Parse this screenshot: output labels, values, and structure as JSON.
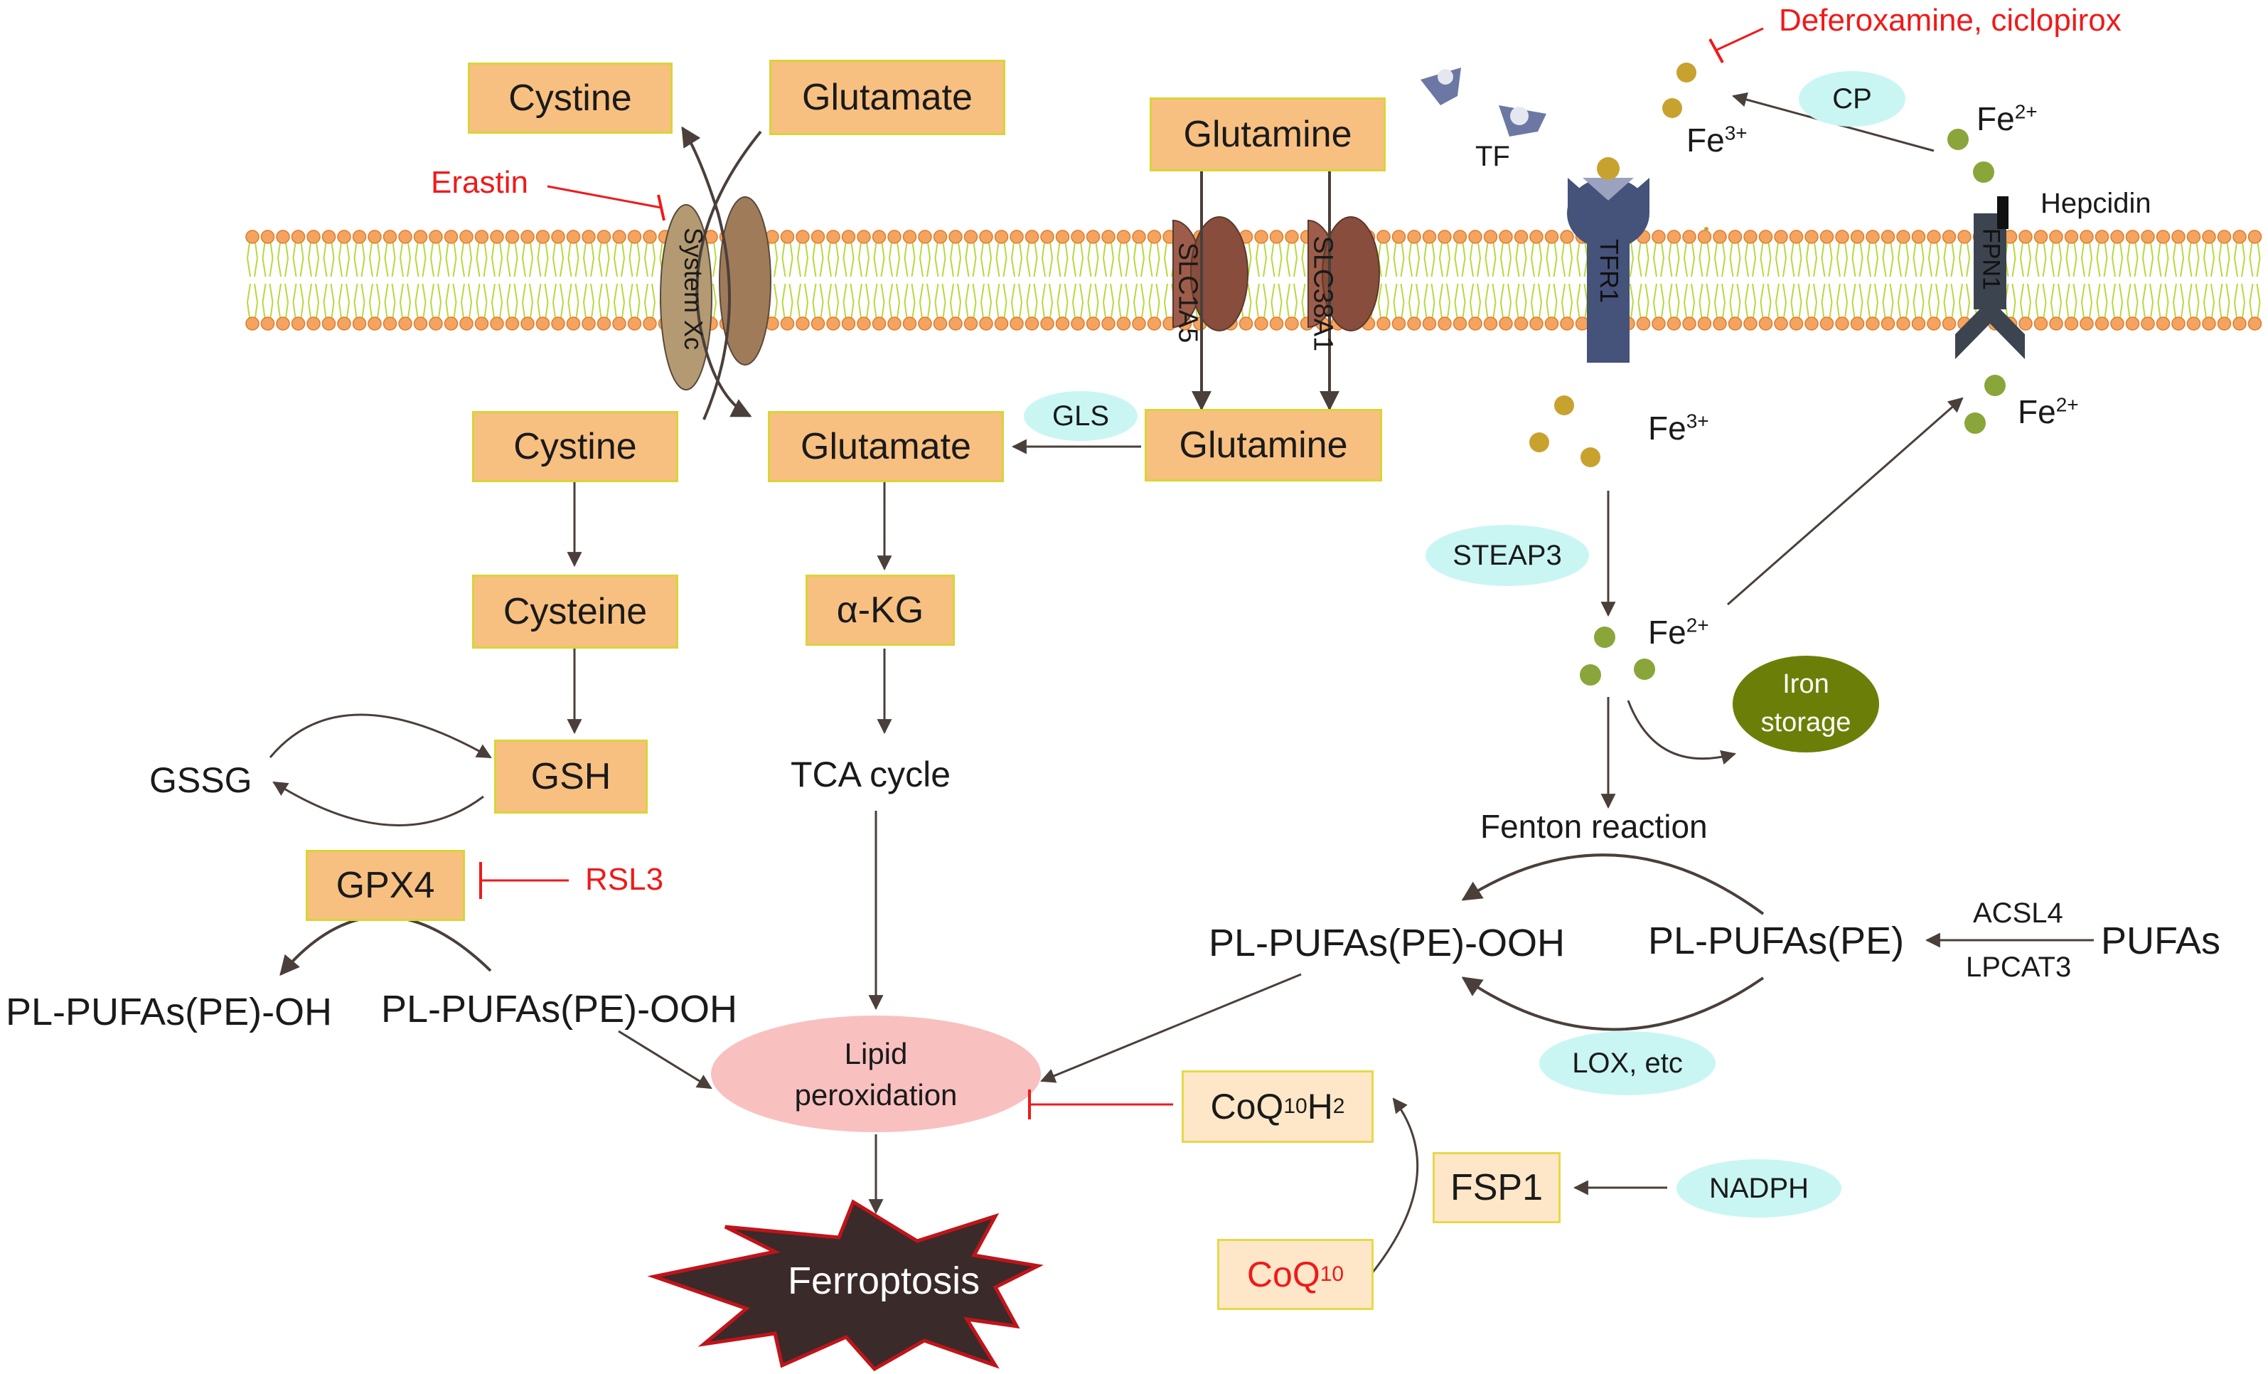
{
  "colors": {
    "box_fill": "#f7c081",
    "box_border": "#d9d437",
    "pill_fill": "#c9f6f3",
    "inhibitor": "#ef1a1a",
    "membrane_head": "#f4a460",
    "membrane_tail": "#b6d93b",
    "fe3": "#c8a22e",
    "fe2": "#8aa53a",
    "lipid_perox": "#f9c0c0",
    "ferroptosis": "#3a2a2a",
    "iron_storage": "#6b7f08",
    "receptor": "#45527a"
  },
  "boxes": {
    "cystine_out": "Cystine",
    "glutamate_out": "Glutamate",
    "glutamine_out": "Glutamine",
    "cystine_in": "Cystine",
    "glutamate_in": "Glutamate",
    "glutamine_in": "Glutamine",
    "cysteine": "Cysteine",
    "akg": "α-KG",
    "gsh": "GSH",
    "gpx4": "GPX4",
    "coq10h2_main": "CoQ",
    "coq10h2_sub": "10",
    "coq10h2_h": "H",
    "coq10h2_sub2": "2",
    "fsp1": "FSP1",
    "coq10_main": "CoQ",
    "coq10_sub": "10"
  },
  "transporters": {
    "system_xc": "System Xc",
    "slc1a5": "SLC1A5",
    "slc38a1": "SLC38A1",
    "tfr1": "TFR1",
    "fpn1": "FPN1"
  },
  "inhibitors": {
    "erastin": "Erastin",
    "rsl3": "RSL3",
    "deferoxamine": "Deferoxamine, ciclopirox"
  },
  "enzymes": {
    "gls": "GLS",
    "cp": "CP",
    "steap3": "STEAP3",
    "lox": "LOX, etc",
    "nadph": "NADPH",
    "acsl4": "ACSL4",
    "lpcat3": "LPCAT3"
  },
  "labels": {
    "tf": "TF",
    "hepcidin": "Hepcidin",
    "fe": "Fe",
    "fe3_sup": "3+",
    "fe2_sup": "2+",
    "gssg": "GSSG",
    "tca": "TCA cycle",
    "fenton": "Fenton reaction",
    "pl_oh": "PL-PUFAs(PE)-OH",
    "pl_ooh_left": "PL-PUFAs(PE)-OOH",
    "pl_ooh_right": "PL-PUFAs(PE)-OOH",
    "pl_pe": "PL-PUFAs(PE)",
    "pufas": "PUFAs",
    "lipid_perox_line1": "Lipid",
    "lipid_perox_line2": "peroxidation",
    "iron_storage_line1": "Iron",
    "iron_storage_line2": "storage",
    "ferroptosis": "Ferroptosis"
  }
}
